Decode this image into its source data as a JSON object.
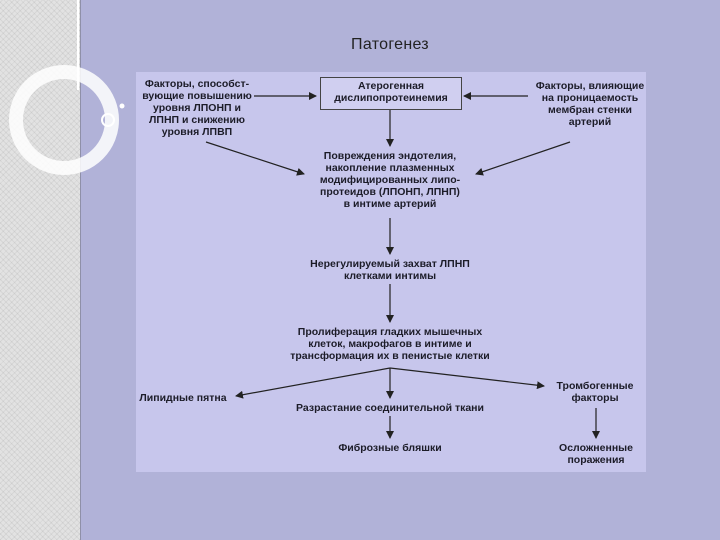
{
  "slide": {
    "title": "Патогенез"
  },
  "diagram": {
    "nodes": {
      "factors_left": [
        "Факторы, способст-",
        "вующие повышению",
        "уровня ЛПОНП и",
        "ЛПНП и снижению",
        "уровня ЛПВП"
      ],
      "atherogenic": [
        "Атерогенная",
        "дислипопротеинемия"
      ],
      "factors_right": [
        "Факторы, влияющие",
        "на проницаемость",
        "мембран стенки",
        "артерий"
      ],
      "endothelium": [
        "Повреждения эндотелия,",
        "накопление плазменных",
        "модифицированных липо-",
        "протеидов (ЛПОНП, ЛПНП)",
        "в интиме артерий"
      ],
      "uptake": [
        "Нерегулируемый захват ЛПНП",
        "клетками интимы"
      ],
      "proliferation": [
        "Пролиферация гладких мышечных",
        "клеток, макрофагов в интиме и",
        "трансформация их в пенистые клетки"
      ],
      "lipid_spots": [
        "Липидные пятна"
      ],
      "connective": [
        "Разрастание соединительной ткани"
      ],
      "thrombogenic": [
        "Тромбогенные",
        "факторы"
      ],
      "fibrous": [
        "Фиброзные бляшки"
      ],
      "complicated": [
        "Осложненные",
        "поражения"
      ]
    }
  }
}
